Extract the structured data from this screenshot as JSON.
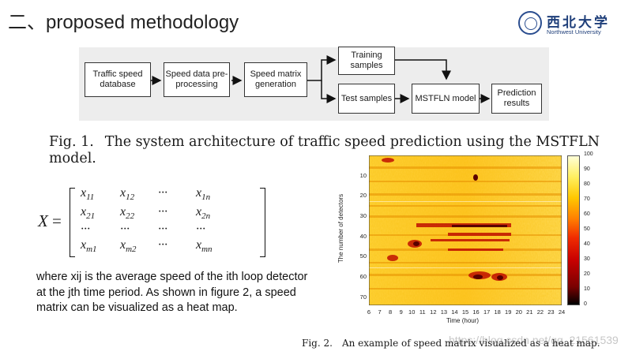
{
  "slide": {
    "title": "二、proposed methodology",
    "logo": {
      "name_cn": "西北大学",
      "name_en": "Northwest University"
    }
  },
  "figure1": {
    "boxes": {
      "database": "Traffic speed database",
      "preprocess": "Speed data pre-processing",
      "generation": "Speed matrix generation",
      "training": "Training samples",
      "test": "Test samples",
      "model": "MSTFLN model",
      "results": "Prediction results"
    },
    "caption_label": "Fig. 1.",
    "caption_text": "The system architecture of traffic speed prediction using the MSTFLN model."
  },
  "matrix": {
    "lhs": "X",
    "equals": "=",
    "rows": [
      [
        {
          "b": "x",
          "s": "11"
        },
        {
          "b": "x",
          "s": "12"
        },
        {
          "b": "···",
          "s": ""
        },
        {
          "b": "x",
          "s": "1n"
        }
      ],
      [
        {
          "b": "x",
          "s": "21"
        },
        {
          "b": "x",
          "s": "22"
        },
        {
          "b": "···",
          "s": ""
        },
        {
          "b": "x",
          "s": "2n"
        }
      ],
      [
        {
          "b": "···",
          "s": ""
        },
        {
          "b": "···",
          "s": ""
        },
        {
          "b": "···",
          "s": ""
        },
        {
          "b": "···",
          "s": ""
        }
      ],
      [
        {
          "b": "x",
          "s": "m1"
        },
        {
          "b": "x",
          "s": "m2"
        },
        {
          "b": "···",
          "s": ""
        },
        {
          "b": "x",
          "s": "mn"
        }
      ]
    ]
  },
  "body_text": "where xij is the average speed of the ith loop detector at the jth time period. As shown in figure 2, a speed matrix can be visualized as a heat map.",
  "figure2": {
    "y_label": "The number of detectors",
    "x_label": "Time (hour)",
    "y_ticks": [
      "10",
      "20",
      "30",
      "40",
      "50",
      "60",
      "70"
    ],
    "x_ticks": [
      "6",
      "7",
      "8",
      "9",
      "10",
      "11",
      "12",
      "13",
      "14",
      "15",
      "16",
      "17",
      "18",
      "19",
      "20",
      "21",
      "22",
      "23",
      "24"
    ],
    "colorbar_ticks": [
      "100",
      "90",
      "80",
      "70",
      "60",
      "50",
      "40",
      "30",
      "20",
      "10",
      "0"
    ],
    "caption_label": "Fig. 2.",
    "caption_text": "An example of speed matrix visualized as a heat map.",
    "colors": {
      "low": "#000000",
      "mid": "#d40000",
      "high": "#ffff80"
    }
  },
  "watermark": "https://blog.csdn.net/qq_21561539"
}
